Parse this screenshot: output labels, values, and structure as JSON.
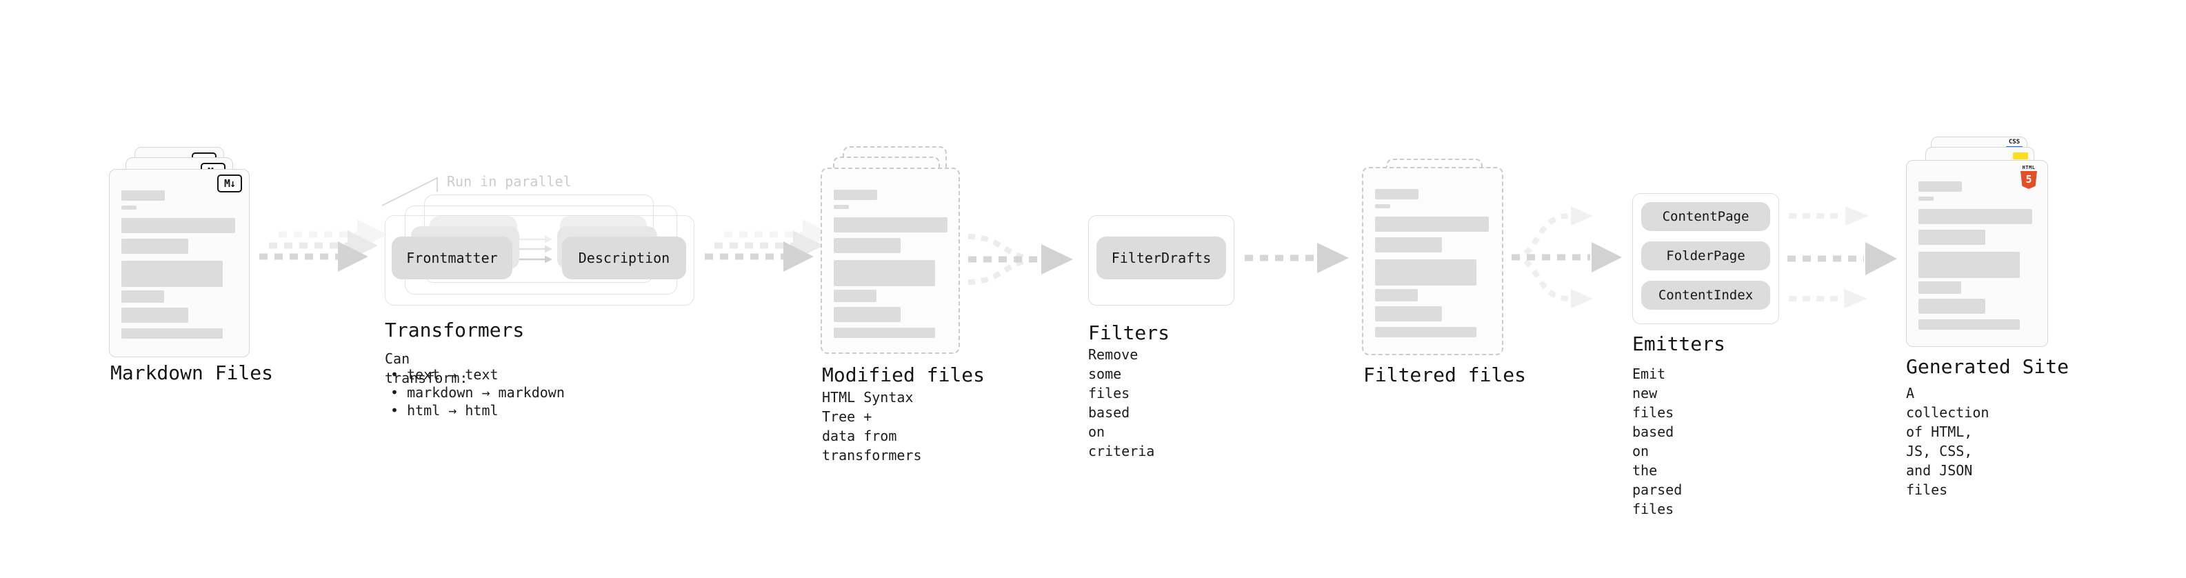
{
  "stages": {
    "markdown": {
      "label": "Markdown Files",
      "badge": "M↓"
    },
    "transformers": {
      "note": "Run in parallel",
      "chip_frontmatter": "Frontmatter",
      "chip_description": "Description",
      "label": "Transformers",
      "caption_title": "Can transform:",
      "bullets": [
        "• text → text",
        "• markdown → markdown",
        "• html → html"
      ]
    },
    "modified": {
      "label": "Modified files",
      "caption": "HTML Syntax Tree +\ndata from transformers"
    },
    "filters": {
      "chip": "FilterDrafts",
      "label": "Filters",
      "caption": "Remove some files based\non criteria"
    },
    "filtered": {
      "label": "Filtered files"
    },
    "emitters": {
      "chips": [
        "ContentPage",
        "FolderPage",
        "ContentIndex"
      ],
      "label": "Emitters",
      "caption": "Emit new files based on\nthe parsed files"
    },
    "generated": {
      "label": "Generated Site",
      "caption": "A collection of HTML,\nJS, CSS, and JSON files",
      "css_label": "CSS",
      "html_label": "HTML",
      "html_number": "5"
    }
  },
  "colors": {
    "html5_orange": "#e34f26",
    "js_yellow": "#ffdf1b",
    "css_blue": "#2862e9"
  }
}
